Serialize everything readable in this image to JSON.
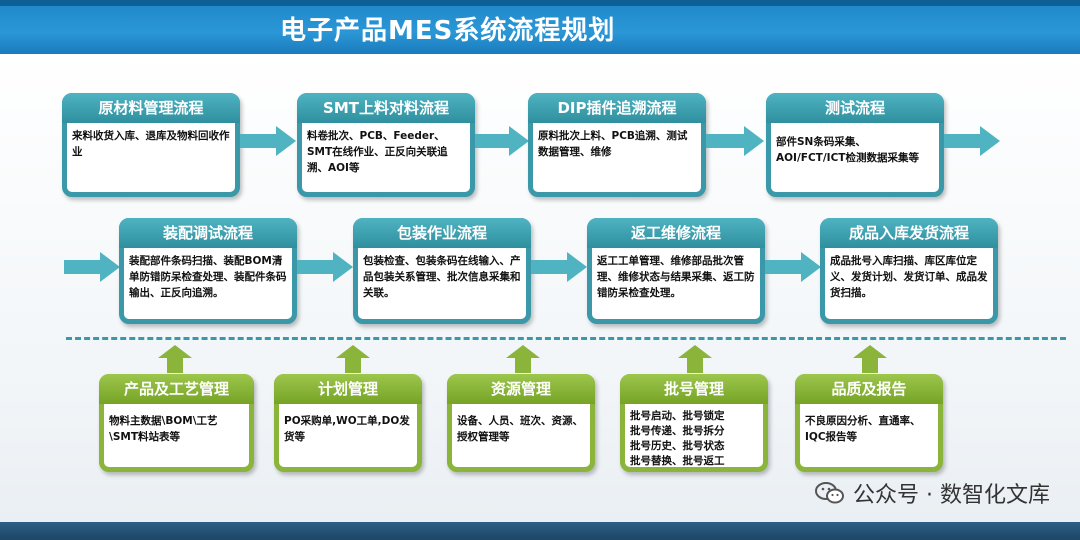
{
  "title": "电子产品MES系统流程规划",
  "row1": [
    {
      "header": "原材料管理流程",
      "body": "来料收货入库、退库及物料回收作业"
    },
    {
      "header": "SMT上料对料流程",
      "body": "料卷批次、PCB、Feeder、SMT在线作业、正反向关联追溯、AOI等"
    },
    {
      "header": "DIP插件追溯流程",
      "body": "原料批次上料、PCB追溯、测试数据管理、维修"
    },
    {
      "header": "测试流程",
      "body": "部件SN条码采集、AOI/FCT/ICT检测数据采集等"
    }
  ],
  "row2": [
    {
      "header": "装配调试流程",
      "body": "装配部件条码扫描、装配BOM清单防错防呆检查处理、装配件条码输出、正反向追溯。"
    },
    {
      "header": "包装作业流程",
      "body": "包装检查、包装条码在线输入、产品包装关系管理、批次信息采集和关联。"
    },
    {
      "header": "返工维修流程",
      "body": "返工工单管理、维修部品批次管理、维修状态与结果采集、返工防错防呆检查处理。"
    },
    {
      "header": "成品入库发货流程",
      "body": "成品批号入库扫描、库区库位定义、发货计划、发货订单、成品发货扫描。"
    }
  ],
  "row3": [
    {
      "header": "产品及工艺管理",
      "body": "物料主数据\\BOM\\工艺\\SMT料站表等"
    },
    {
      "header": "计划管理",
      "body": "PO采购单,WO工单,DO发货等"
    },
    {
      "header": "资源管理",
      "body": "设备、人员、班次、资源、授权管理等"
    },
    {
      "header": "批号管理",
      "body_lines": [
        "批号启动、批号锁定",
        "批号传递、批号拆分",
        "批号历史、批号状态",
        "批号替换、批号返工"
      ]
    },
    {
      "header": "品质及报告",
      "body": "不良原因分析、直通率、IQC报告等"
    }
  ],
  "watermark": "公众号 · 数智化文库",
  "colors": {
    "teal": "#3a98a8",
    "green": "#8ab53a",
    "blue_bar": "#2b97d6"
  }
}
